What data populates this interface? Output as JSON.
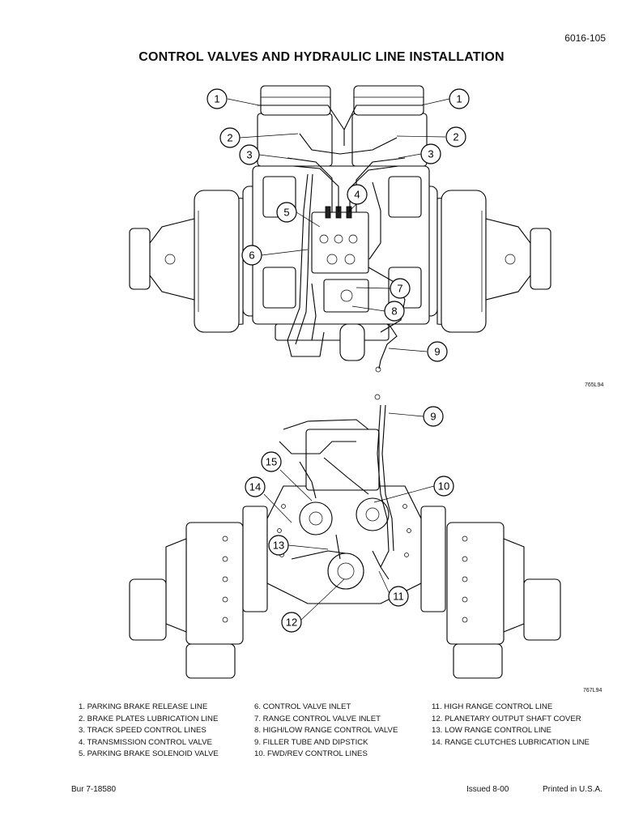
{
  "page_number": "6016-105",
  "title": "CONTROL VALVES AND HYDRAULIC LINE INSTALLATION",
  "figures": [
    {
      "code": "765L94",
      "callouts": [
        "1",
        "1",
        "2",
        "2",
        "3",
        "3",
        "4",
        "5",
        "6",
        "7",
        "8",
        "9"
      ]
    },
    {
      "code": "767L94",
      "callouts": [
        "9",
        "15",
        "10",
        "14",
        "13",
        "11",
        "12"
      ]
    }
  ],
  "legend": {
    "col1": [
      "1.  PARKING BRAKE RELEASE LINE",
      "2.  BRAKE PLATES LUBRICATION LINE",
      "3.  TRACK SPEED CONTROL LINES",
      "4.  TRANSMISSION CONTROL VALVE",
      "5.  PARKING BRAKE SOLENOID VALVE"
    ],
    "col2": [
      "6.  CONTROL VALVE INLET",
      "7.  RANGE CONTROL VALVE INLET",
      "8.  HIGH/LOW RANGE CONTROL VALVE",
      "9.  FILLER TUBE AND DIPSTICK",
      "10.  FWD/REV CONTROL LINES"
    ],
    "col3": [
      "11.  HIGH RANGE CONTROL LINE",
      "12.  PLANETARY OUTPUT SHAFT COVER",
      "13.  LOW RANGE CONTROL LINE",
      "14.  RANGE CLUTCHES LUBRICATION LINE"
    ]
  },
  "footer": {
    "left": "Bur 7-18580",
    "issued": "Issued 8-00",
    "printed": "Printed in U.S.A."
  }
}
